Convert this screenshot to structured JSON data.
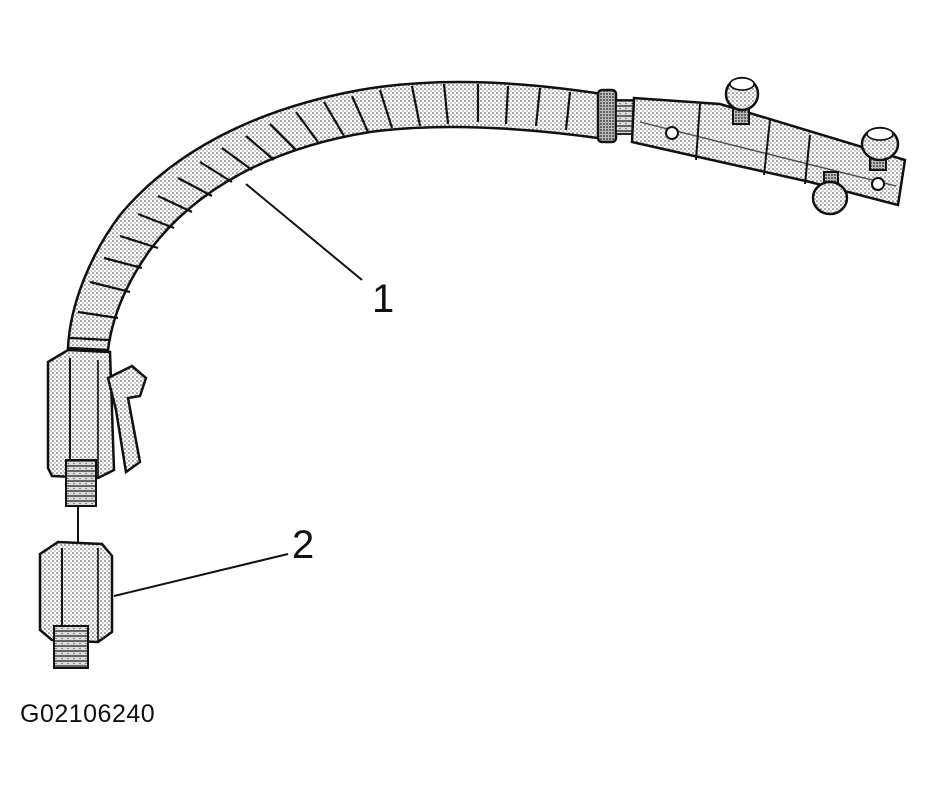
{
  "figure": {
    "code": "G02106240",
    "colors": {
      "ink": "#111111",
      "paper": "#ffffff",
      "tone": "#c9c9c9"
    },
    "callouts": [
      {
        "number": "1",
        "part": "flexible-arm"
      },
      {
        "number": "2",
        "part": "threaded-adapter"
      }
    ]
  }
}
